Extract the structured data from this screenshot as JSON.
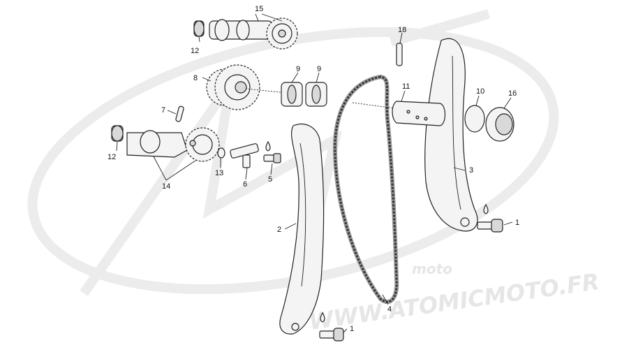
{
  "watermark": {
    "brand": "moto",
    "url": "WWW.ATOMICMOTO.FR"
  },
  "callouts": [
    "1",
    "1",
    "2",
    "3",
    "4",
    "5",
    "6",
    "7",
    "8",
    "9",
    "9",
    "10",
    "11",
    "12",
    "12",
    "13",
    "14",
    "15",
    "16",
    "18"
  ],
  "colors": {
    "line": "#222222",
    "fill": "#f4f4f4",
    "watermark": "#e6e6e6"
  }
}
